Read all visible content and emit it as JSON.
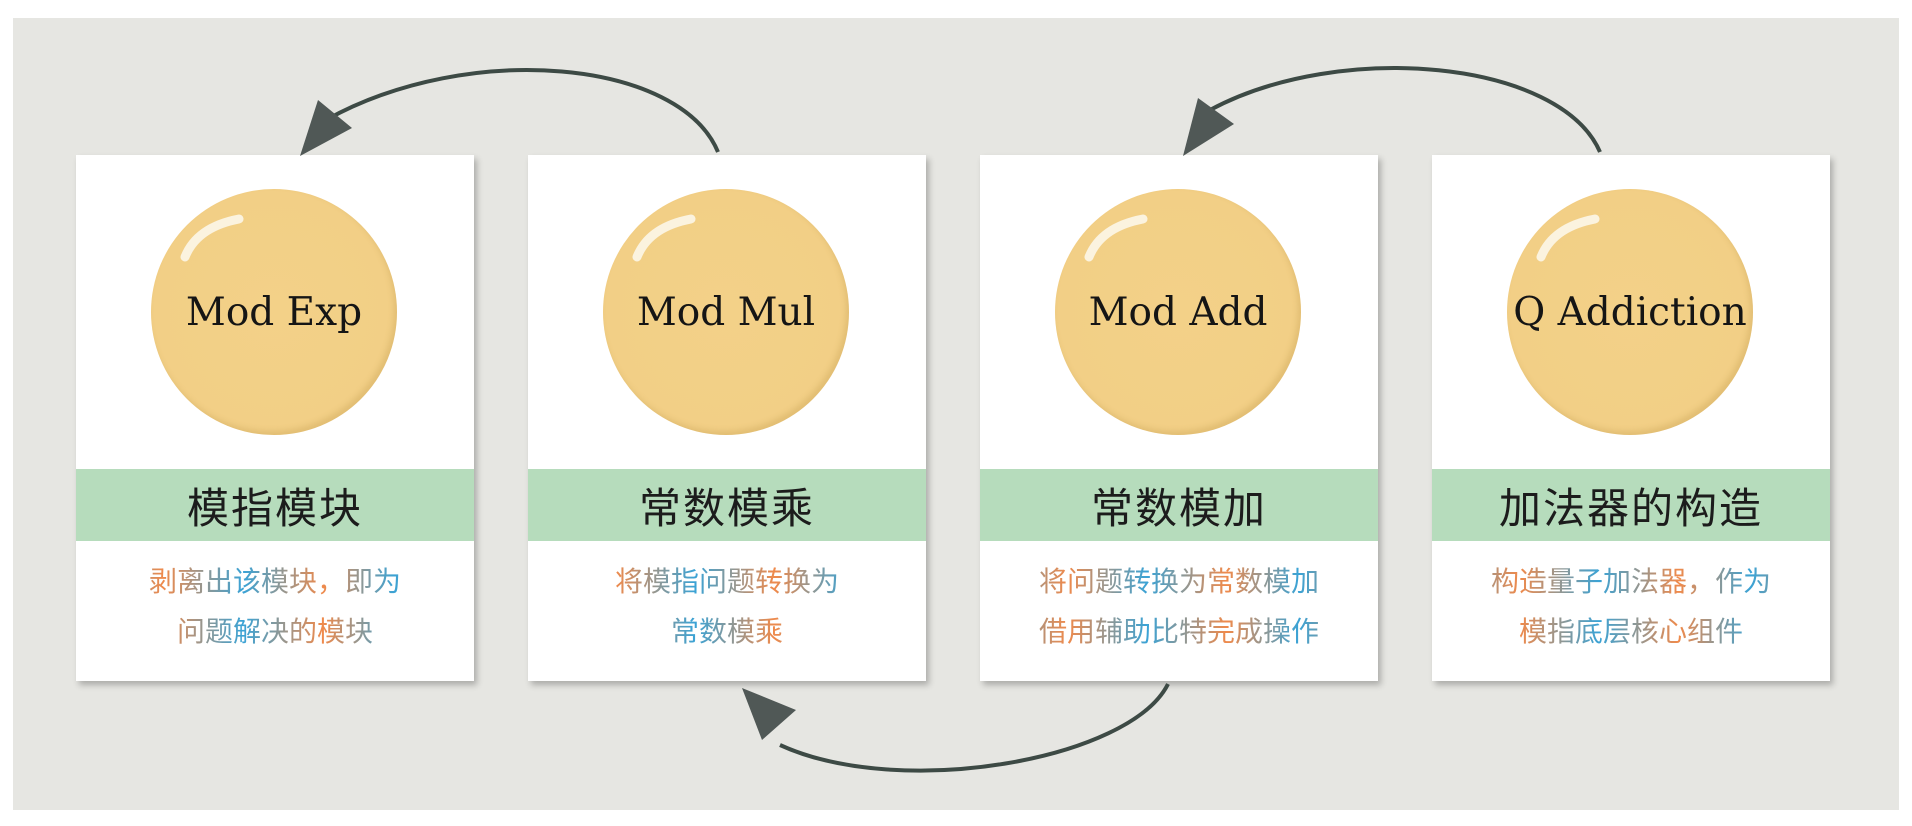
{
  "colors": {
    "background": "#e6e6e2",
    "card": "#ffffff",
    "ball": "#f2cf86",
    "band": "#b6dcbc",
    "arrow": "#3d4a45",
    "text_blue": "#3aa3d6",
    "text_orange": "#f08a4b"
  },
  "cards": [
    {
      "ball_label": "Mod Exp",
      "title": "模指模块",
      "desc_line1": "剥离出该模块，即为",
      "desc_line2": "问题解决的模块"
    },
    {
      "ball_label": "Mod Mul",
      "title": "常数模乘",
      "desc_line1": "将模指问题转换为",
      "desc_line2": "常数模乘"
    },
    {
      "ball_label": "Mod Add",
      "title": "常数模加",
      "desc_line1": "将问题转换为常数模加",
      "desc_line2": "借用辅助比特完成操作"
    },
    {
      "ball_label": "Q Addiction",
      "title": "加法器的构造",
      "desc_line1": "构造量子加法器，作为",
      "desc_line2": "模指底层核心组件"
    }
  ]
}
